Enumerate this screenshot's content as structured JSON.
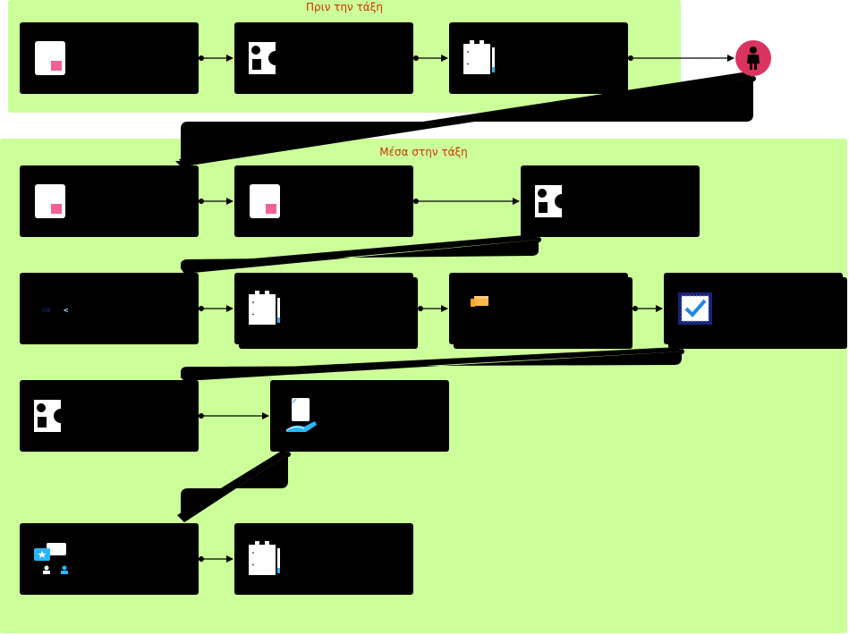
{
  "lanes": {
    "before": {
      "title": "Πριν την τάξη"
    },
    "inside": {
      "title": "Μέσα στην τάξη"
    }
  },
  "colors": {
    "lane_fill": "#ccff99",
    "lane_title": "#cc3300",
    "card_fill": "#000000",
    "start_node": "#d8345f",
    "accent_pink": "#f06292",
    "accent_blue": "#29b6f6",
    "accent_orange": "#ffb74d"
  },
  "nodes": [
    {
      "name": "start-node",
      "icon": "person-icon"
    },
    {
      "name": "card-before-1",
      "icon": "document-icon"
    },
    {
      "name": "card-before-2",
      "icon": "shapes-icon"
    },
    {
      "name": "card-before-3",
      "icon": "checklist-icon"
    },
    {
      "name": "card-in-1",
      "icon": "document-icon"
    },
    {
      "name": "card-in-2",
      "icon": "document-icon"
    },
    {
      "name": "card-in-3",
      "icon": "shapes-icon"
    },
    {
      "name": "card-in-4",
      "icon": "compare-icon"
    },
    {
      "name": "card-in-5",
      "icon": "checklist-icon"
    },
    {
      "name": "card-in-6",
      "icon": "tag-icon"
    },
    {
      "name": "card-in-7",
      "icon": "verified-check-icon"
    },
    {
      "name": "card-in-8",
      "icon": "shapes-icon"
    },
    {
      "name": "card-in-9",
      "icon": "hand-document-icon"
    },
    {
      "name": "card-in-10",
      "icon": "discussion-icon"
    },
    {
      "name": "card-in-11",
      "icon": "checklist-icon"
    }
  ],
  "compare_symbols": {
    "left": "⇒",
    "right": "<"
  }
}
